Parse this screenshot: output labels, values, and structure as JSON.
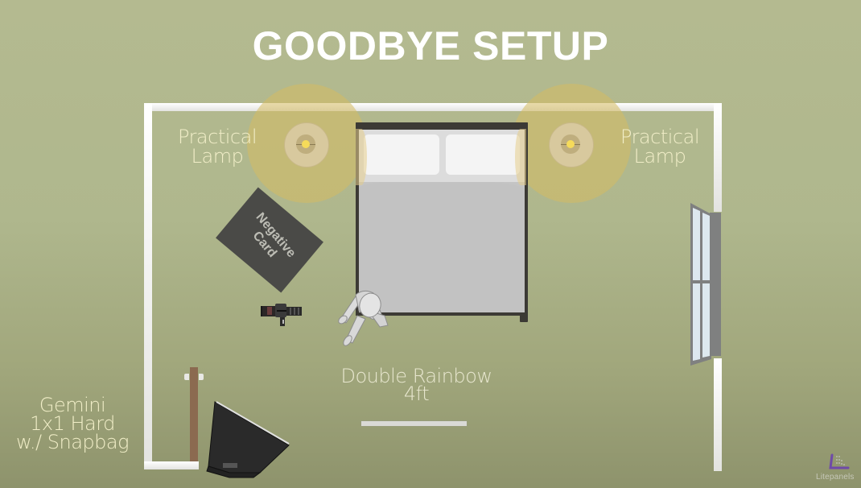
{
  "title": "GOODBYE SETUP",
  "labels": {
    "lamp_left": {
      "line1": "Practical",
      "line2": "Lamp"
    },
    "lamp_right": {
      "line1": "Practical",
      "line2": "Lamp"
    },
    "negative_card": {
      "line1": "Negative",
      "line2": "Card"
    },
    "double_rainbow": {
      "line1": "Double Rainbow",
      "line2": "4ft"
    },
    "gemini": {
      "line1": "Gemini",
      "line2": "1x1 Hard",
      "line3": "w./ Snapbag"
    }
  },
  "icons": {
    "lamp": "practical-lamp-icon",
    "bed": "bed-icon",
    "camera": "camera-icon",
    "person": "person-topdown-icon",
    "window": "window-icon",
    "light_stand": "light-stand-icon",
    "softbox": "snapbag-softbox-icon",
    "light_bar": "double-rainbow-light-icon"
  },
  "logo": {
    "text": "Litepanels",
    "color": "#6f4aa8"
  },
  "colors": {
    "background": "#b4ba90",
    "wall": "#ffffff",
    "lamp_glow": "#d6bb62",
    "bed_frame": "#3c3a35",
    "mattress": "#c4c4c4",
    "negative_card": "#4a4a47",
    "stand_wood": "#8b6a50",
    "label_text": "#f1eec8"
  }
}
